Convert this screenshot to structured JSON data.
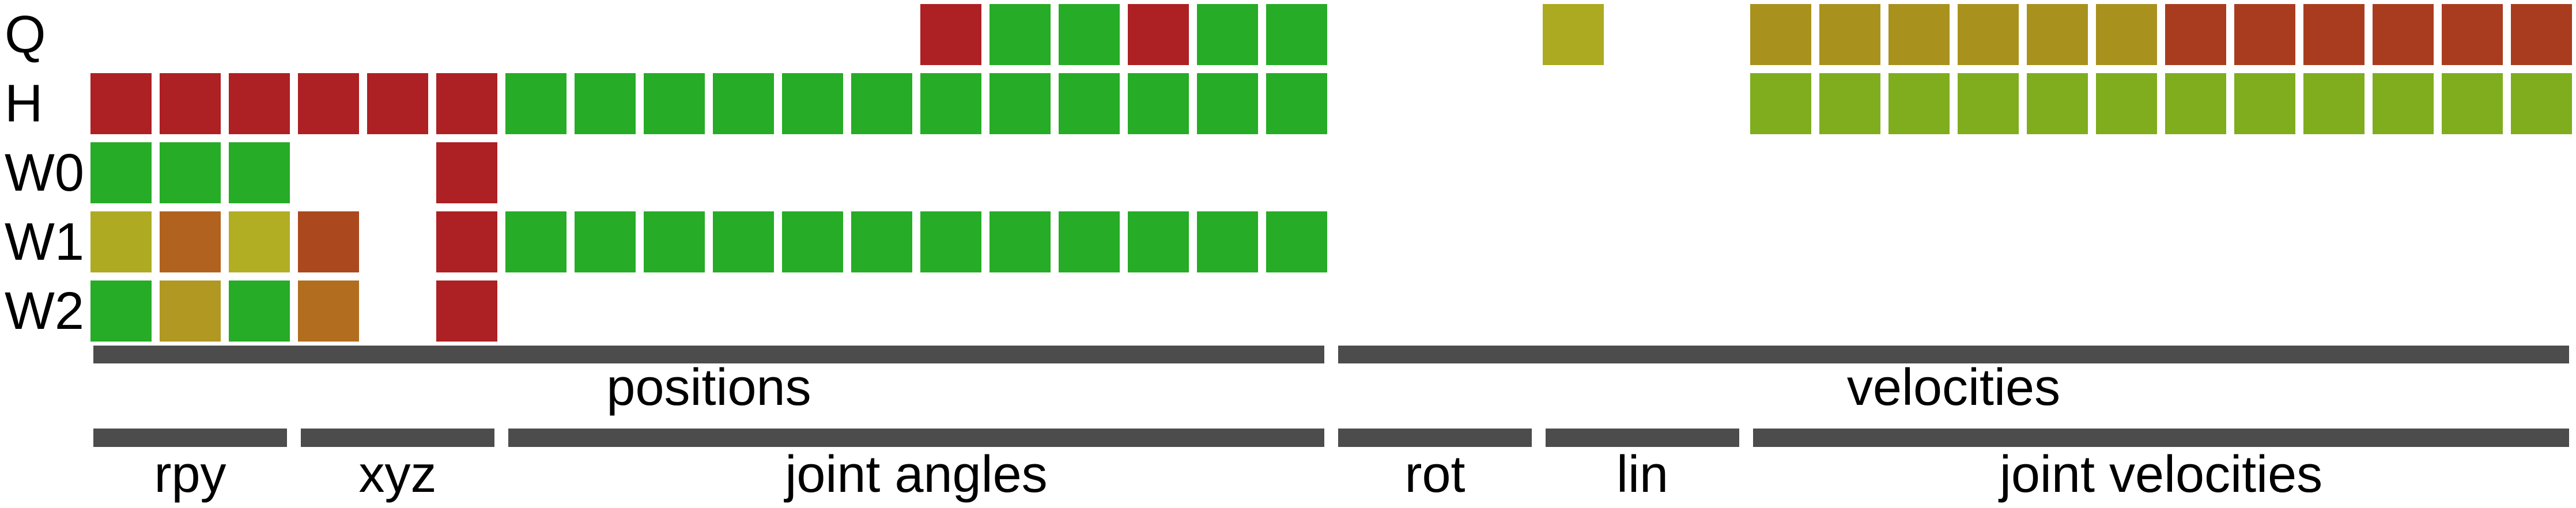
{
  "figure": {
    "background": "#ffffff",
    "text_color": "#000000",
    "bar_color": "#4c4c4c"
  },
  "chart_data": {
    "type": "heatmap",
    "description": "Observation coverage grid: rows are observation sources (Q, H, W0, W1, W2); 36 columns are observation dimensions grouped into positions (rpy, xyz, joint angles) and velocities (rot, lin, joint velocities). Cell color encodes a red-yellow-green quality score; empty cells mean no data.",
    "columns": 36,
    "row_labels": [
      "Q",
      "H",
      "W0",
      "W1",
      "W2"
    ],
    "palette": {
      "red": "#ad2024",
      "green": "#26ac26",
      "yellow_green": "#7fad1e",
      "olive": "#abaa20",
      "mustard": "#a9911d",
      "rust": "#a93c1e",
      "olive_a": "#aeab22",
      "olive_b": "#b2ae24",
      "orange_a": "#b2621f",
      "brick": "#ab481e",
      "gold": "#b09822",
      "orange_b": "#b26e1e"
    },
    "cell_runs": {
      "Q": [
        [
          12,
          12,
          "red"
        ],
        [
          13,
          14,
          "green"
        ],
        [
          15,
          15,
          "red"
        ],
        [
          16,
          17,
          "green"
        ],
        [
          21,
          21,
          "olive"
        ],
        [
          24,
          29,
          "mustard"
        ],
        [
          30,
          35,
          "rust"
        ]
      ],
      "H": [
        [
          0,
          5,
          "red"
        ],
        [
          6,
          17,
          "green"
        ],
        [
          24,
          35,
          "yellow_green"
        ]
      ],
      "W0": [
        [
          0,
          2,
          "green"
        ],
        [
          5,
          5,
          "red"
        ]
      ],
      "W1": [
        [
          0,
          0,
          "olive_a"
        ],
        [
          1,
          1,
          "orange_a"
        ],
        [
          2,
          2,
          "olive_b"
        ],
        [
          3,
          3,
          "brick"
        ],
        [
          5,
          5,
          "red"
        ],
        [
          6,
          17,
          "green"
        ]
      ],
      "W2": [
        [
          0,
          0,
          "green"
        ],
        [
          1,
          1,
          "gold"
        ],
        [
          2,
          2,
          "green"
        ],
        [
          3,
          3,
          "orange_b"
        ],
        [
          5,
          5,
          "red"
        ]
      ]
    },
    "group_rows": [
      {
        "level": 1,
        "groups": [
          {
            "label": "positions",
            "col_start": 0,
            "col_end": 17
          },
          {
            "label": "velocities",
            "col_start": 18,
            "col_end": 35
          }
        ]
      },
      {
        "level": 2,
        "groups": [
          {
            "label": "rpy",
            "col_start": 0,
            "col_end": 2
          },
          {
            "label": "xyz",
            "col_start": 3,
            "col_end": 5
          },
          {
            "label": "joint angles",
            "col_start": 6,
            "col_end": 17
          },
          {
            "label": "rot",
            "col_start": 18,
            "col_end": 20
          },
          {
            "label": "lin",
            "col_start": 21,
            "col_end": 23
          },
          {
            "label": "joint velocities",
            "col_start": 24,
            "col_end": 35
          }
        ]
      }
    ]
  }
}
